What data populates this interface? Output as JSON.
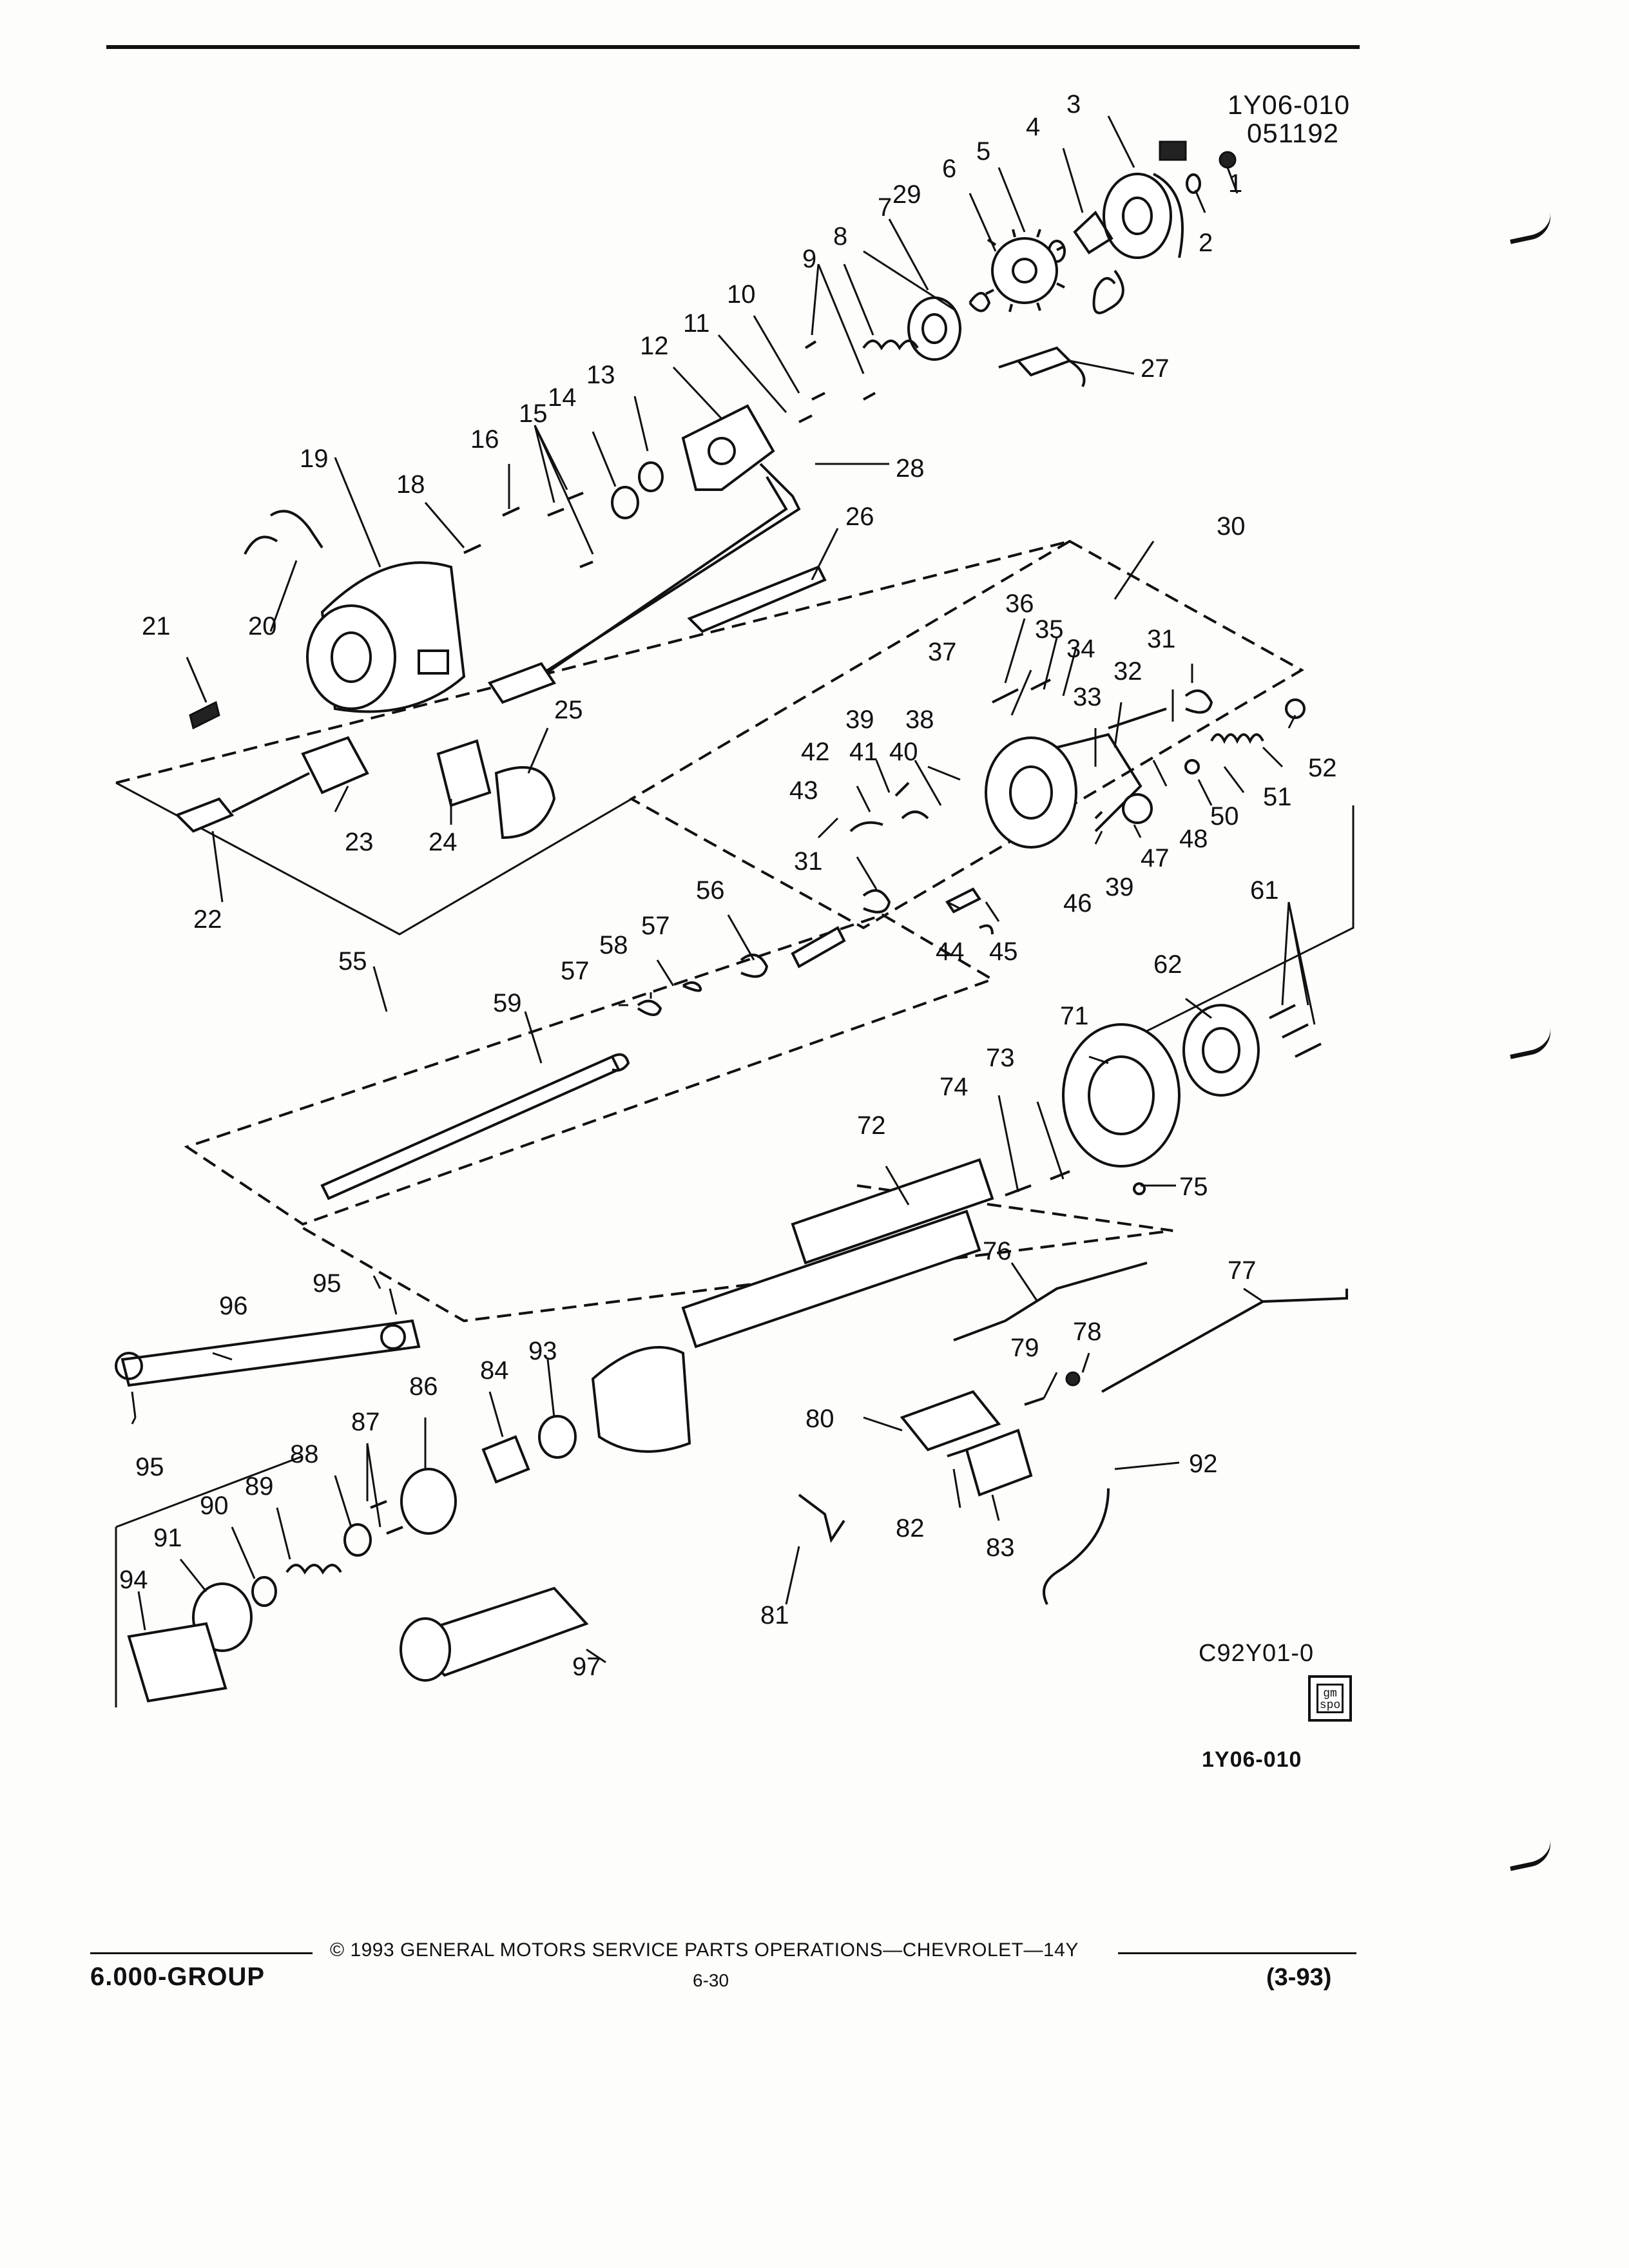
{
  "drawing": {
    "id_top": "1Y06-010",
    "date_code": "051192",
    "figure_code": "C92Y01-0",
    "id_bottom": "1Y06-010",
    "logo_text": "gm spo"
  },
  "callouts": [
    "1",
    "2",
    "3",
    "4",
    "5",
    "6",
    "7",
    "8",
    "9",
    "10",
    "11",
    "12",
    "13",
    "14",
    "15",
    "16",
    "18",
    "19",
    "20",
    "21",
    "22",
    "23",
    "24",
    "25",
    "26",
    "27",
    "28",
    "29",
    "30",
    "31",
    "31",
    "32",
    "33",
    "34",
    "35",
    "36",
    "37",
    "38",
    "39",
    "39",
    "40",
    "41",
    "42",
    "43",
    "44",
    "45",
    "46",
    "47",
    "48",
    "50",
    "51",
    "52",
    "55",
    "56",
    "57",
    "57",
    "58",
    "59",
    "61",
    "62",
    "71",
    "72",
    "73",
    "74",
    "75",
    "76",
    "77",
    "78",
    "79",
    "80",
    "81",
    "82",
    "83",
    "84",
    "86",
    "87",
    "88",
    "89",
    "90",
    "91",
    "92",
    "93",
    "94",
    "95",
    "95",
    "96",
    "97"
  ],
  "footer": {
    "group": "6.000-GROUP",
    "copyright": "© 1993 GENERAL MOTORS SERVICE PARTS OPERATIONS—CHEVROLET—14Y",
    "page": "6-30",
    "revision": "(3-93)"
  }
}
